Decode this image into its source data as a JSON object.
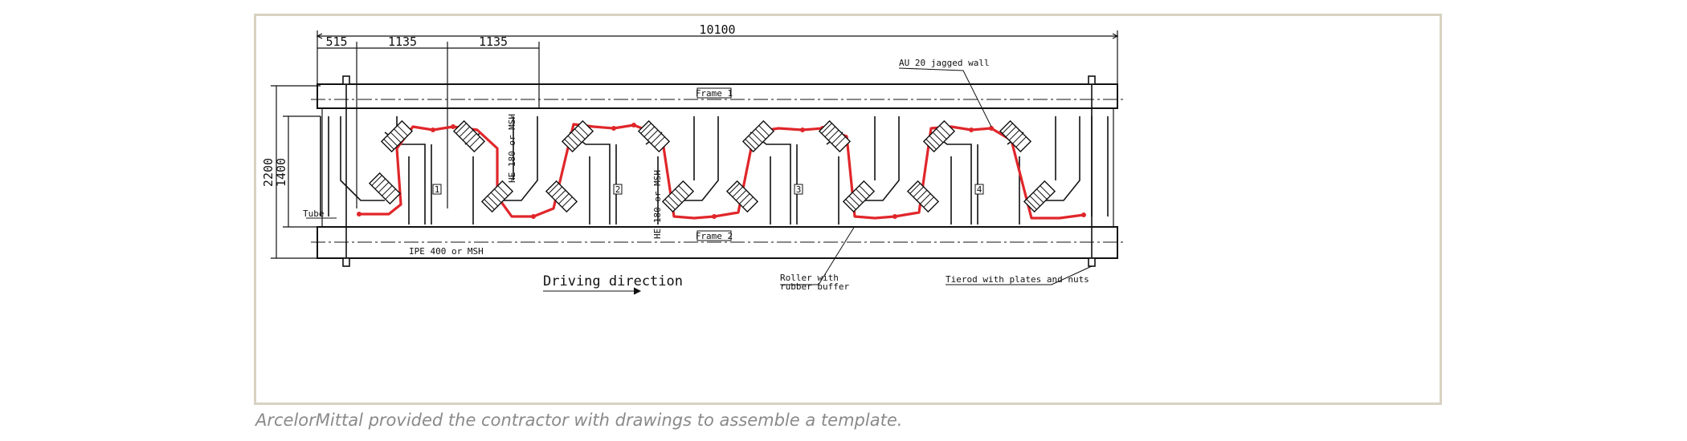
{
  "dimensions": {
    "total_length": "10100",
    "first_offset": "515",
    "spacing_a": "1135",
    "spacing_b": "1135",
    "overall_height": "2200",
    "inner_height": "1400"
  },
  "frames": {
    "frame1": "Frame 1",
    "frame2": "Frame 2"
  },
  "labels": {
    "jagged_wall": "AU 20 jagged wall",
    "he_beam_1": "HE 180 or MSH",
    "he_beam_2": "HE 180 or MSH",
    "tube": "Tube",
    "ipe": "IPE 400 or MSH",
    "roller_line1": "Roller with",
    "roller_line2": "rubber buffer",
    "tierod": "Tierod with plates and nuts",
    "driving_direction": "Driving direction"
  },
  "piles": [
    "1",
    "2",
    "3",
    "4"
  ],
  "colors": {
    "wall": "#e0262a",
    "ink": "#111111",
    "frame_border": "#d8d2c2",
    "caption": "#8a8a8a"
  },
  "caption": "ArcelorMittal provided the contractor with drawings to assemble a template."
}
